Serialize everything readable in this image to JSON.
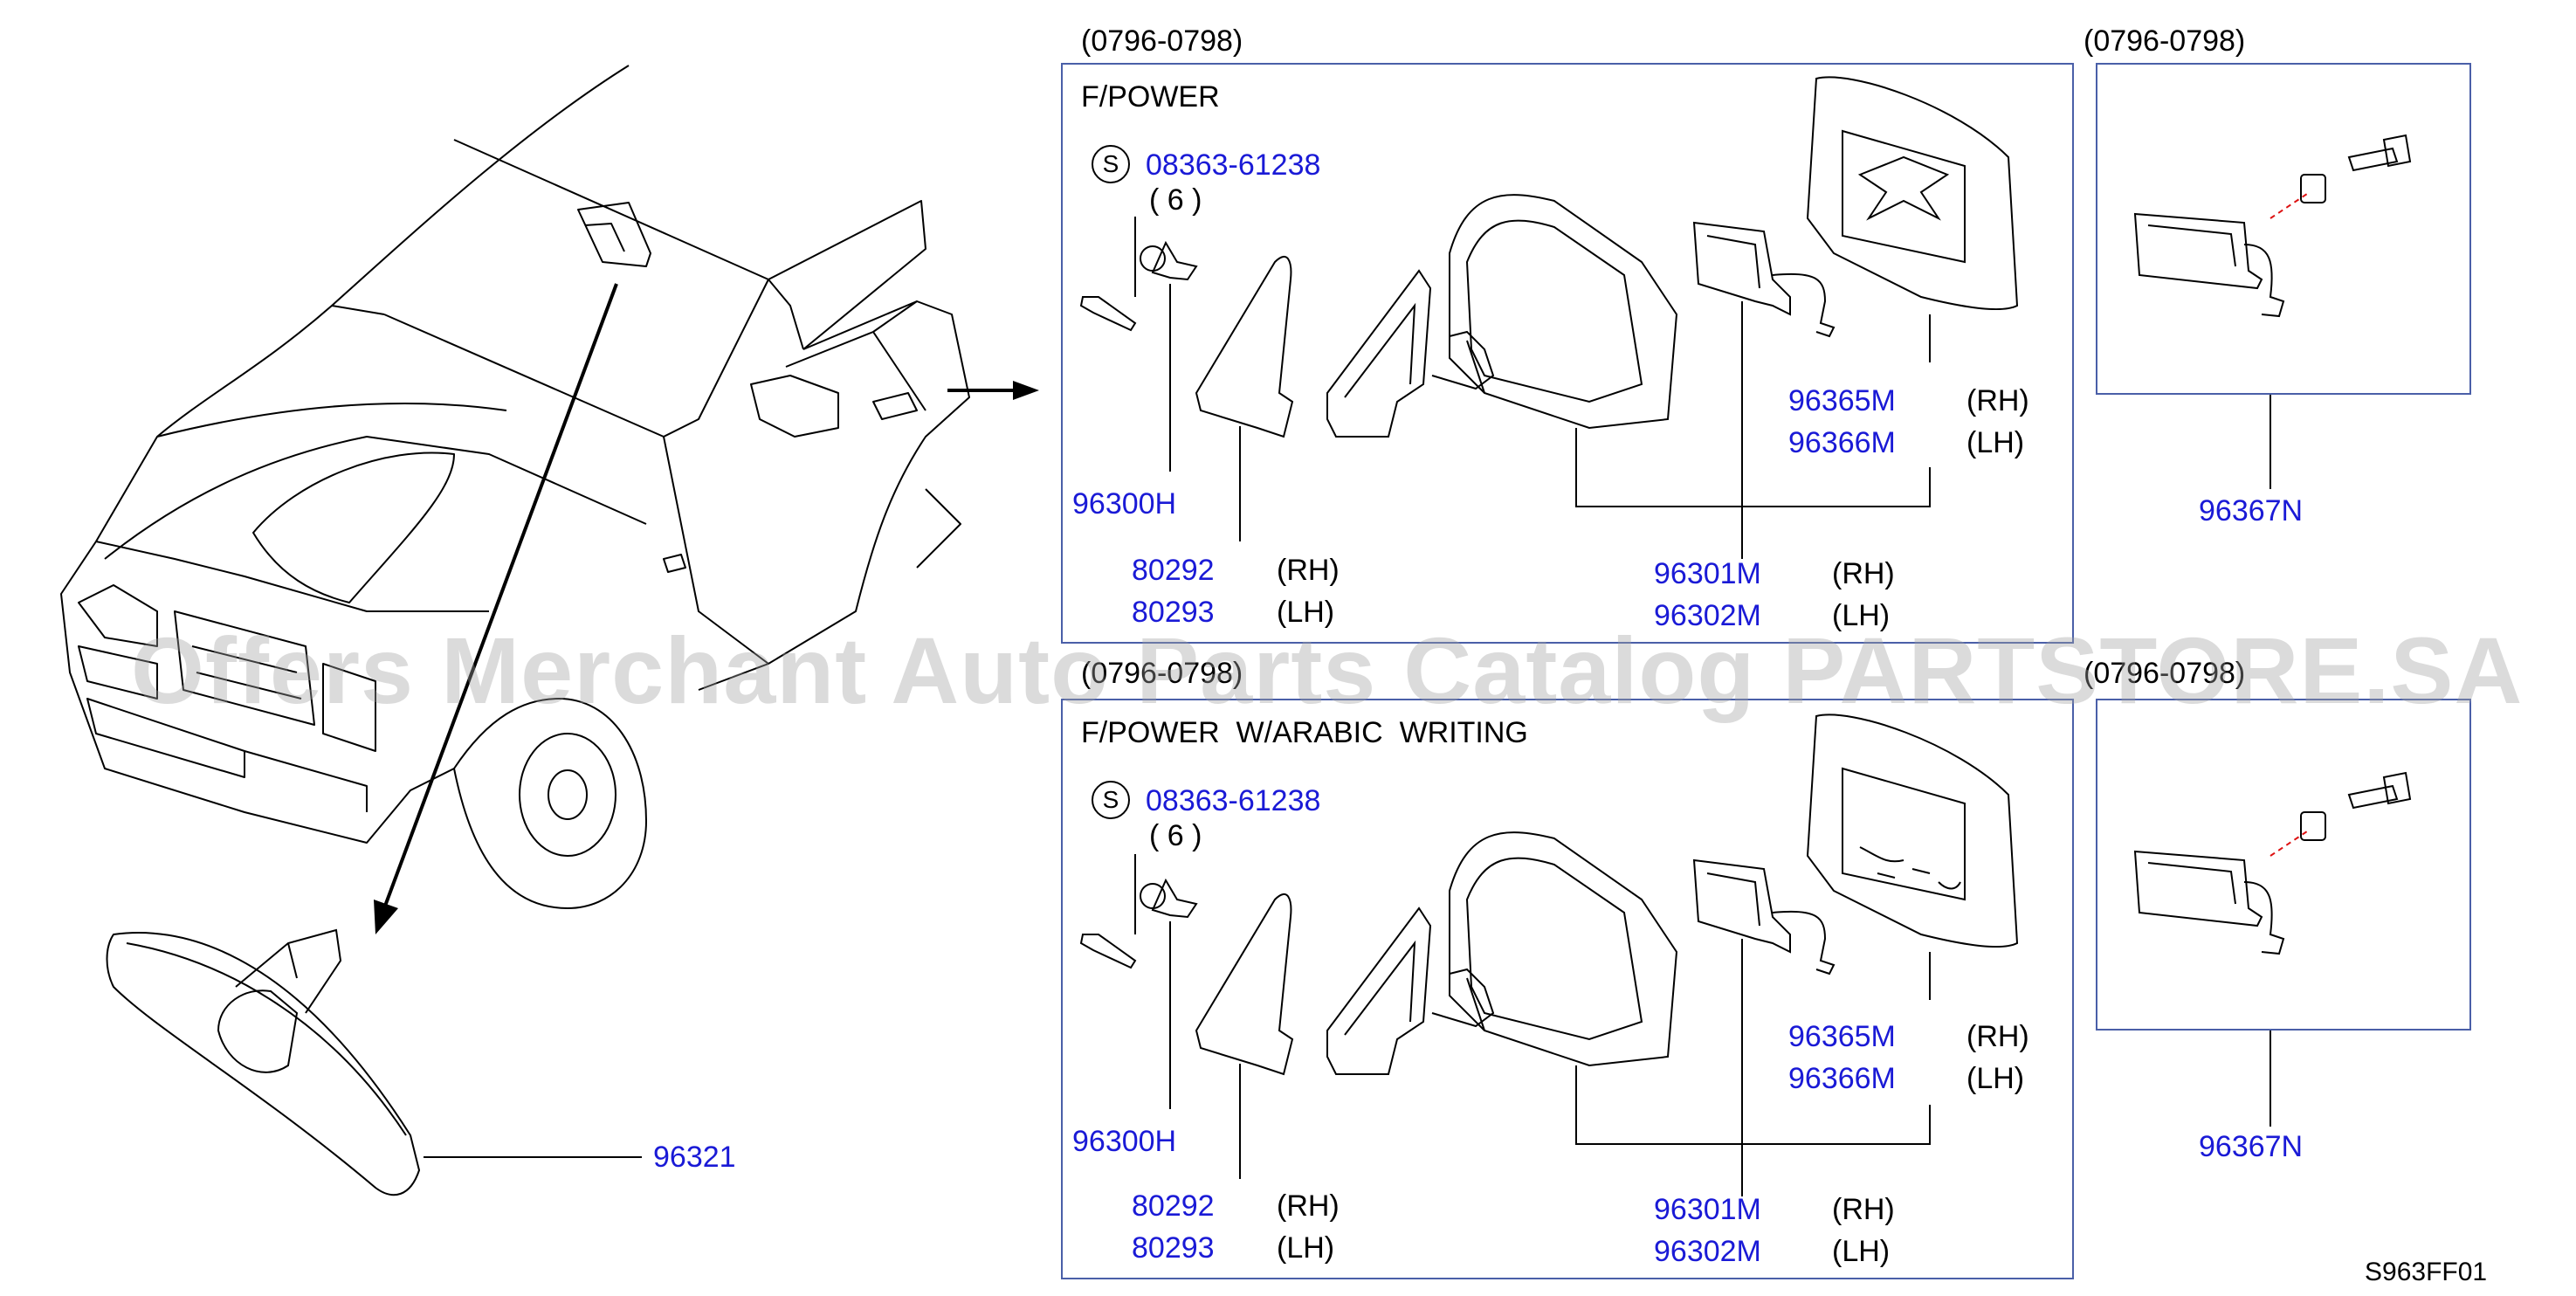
{
  "diagram": {
    "rearview": {
      "part_no": "96321"
    },
    "panels": [
      {
        "date_range": "(0796-0798)",
        "title": "F/POWER",
        "screw_symbol": "S",
        "screw_part_no": "08363-61238",
        "screw_qty": "( 6 )",
        "clip_part_no": "96300H",
        "cover_rh": "80292",
        "cover_rh_side": "(RH)",
        "cover_lh": "80293",
        "cover_lh_side": "(LH)",
        "glass_rh": "96365M",
        "glass_rh_side": "(RH)",
        "glass_lh": "96366M",
        "glass_lh_side": "(LH)",
        "mirror_rh": "96301M",
        "mirror_rh_side": "(RH)",
        "mirror_lh": "96302M",
        "mirror_lh_side": "(LH)",
        "side_date_range": "(0796-0798)",
        "actuator_part_no": "96367N"
      },
      {
        "date_range": "(0796-0798)",
        "title": "F/POWER  W/ARABIC  WRITING",
        "screw_symbol": "S",
        "screw_part_no": "08363-61238",
        "screw_qty": "( 6 )",
        "clip_part_no": "96300H",
        "cover_rh": "80292",
        "cover_rh_side": "(RH)",
        "cover_lh": "80293",
        "cover_lh_side": "(LH)",
        "glass_rh": "96365M",
        "glass_rh_side": "(RH)",
        "glass_lh": "96366M",
        "glass_lh_side": "(LH)",
        "mirror_rh": "96301M",
        "mirror_rh_side": "(RH)",
        "mirror_lh": "96302M",
        "mirror_lh_side": "(LH)",
        "side_date_range": "(0796-0798)",
        "actuator_part_no": "96367N"
      }
    ],
    "diagram_code": "S963FF01",
    "watermark": "Offers Merchant Auto Parts Catalog PARTSTORE.SA"
  },
  "colors": {
    "part_link": "#1a1ad6",
    "frame": "#4a5fa8",
    "line": "#000000"
  }
}
